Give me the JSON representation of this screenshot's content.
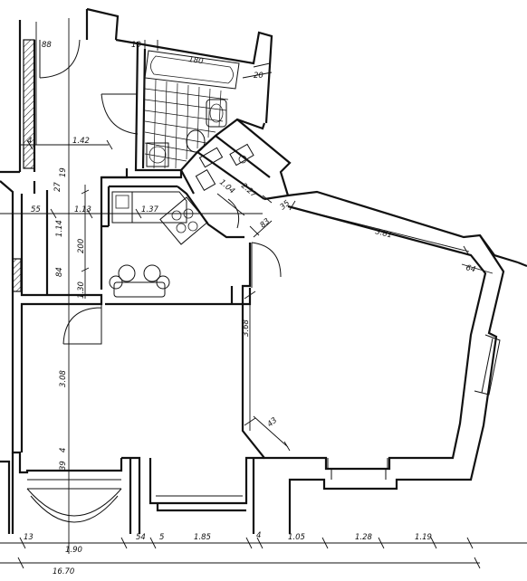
{
  "dimensions": {
    "d_088": "88",
    "d_10": "10",
    "d_180": "180",
    "d_20": "20",
    "d_4a": "4",
    "d_142": "1.42",
    "d_27": "27",
    "d_19": "19",
    "d_55": "55",
    "d_114": "1.14",
    "d_113": "1.13",
    "d_137": "1.37",
    "d_200": "200",
    "d_84": "84",
    "d_130": "1.30",
    "d_104": "1.04",
    "d_227": "2.27",
    "d_83": "83",
    "d_35": "35",
    "d_381": "3.81",
    "d_64": "64",
    "d_368": "3.68",
    "d_43": "43",
    "d_308": "3.08",
    "d_4b": "4",
    "d_39": "39",
    "d_13": "13",
    "d_190": "1.90",
    "d_54": "54",
    "d_5": "5",
    "d_185": "1.85",
    "d_4c": "4",
    "d_105": "1.05",
    "d_128": "1.28",
    "d_119": "1.19",
    "d_1670": "16.70"
  }
}
